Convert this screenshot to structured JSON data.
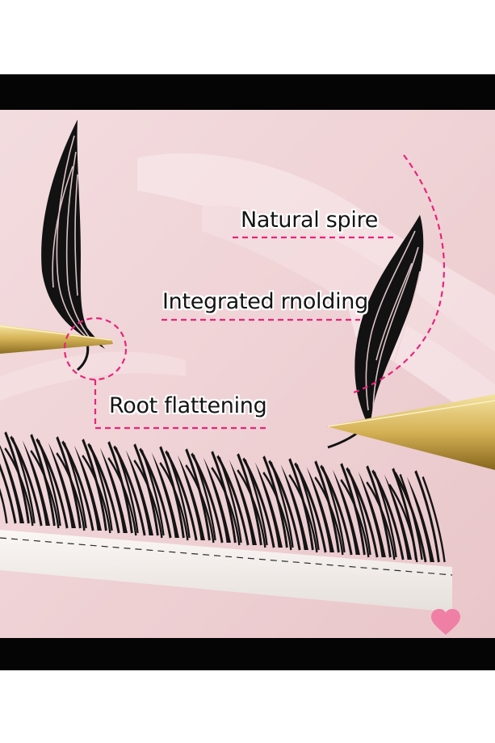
{
  "annotations": {
    "natural_spire": "Natural spire",
    "integrated_molding": "Integrated rnolding",
    "root_flattening": "Root flattening"
  },
  "colors": {
    "background_pink": "#f1d6d9",
    "callout_magenta": "#e8247c",
    "lash_black": "#111111",
    "tweezer_gold": "#d4b257",
    "letterbox_black": "#050505"
  }
}
